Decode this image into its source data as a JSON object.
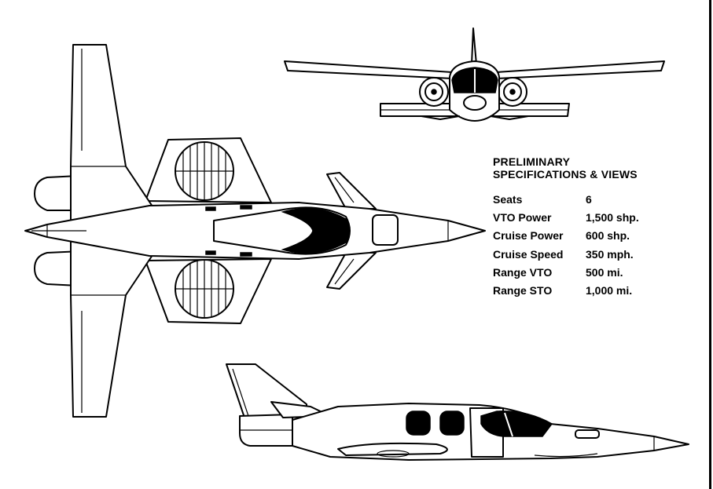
{
  "specs": {
    "title_line1": "PRELIMINARY",
    "title_line2": "SPECIFICATIONS & VIEWS",
    "rows": [
      {
        "label": "Seats",
        "value": "6"
      },
      {
        "label": "VTO Power",
        "value": "1,500 shp."
      },
      {
        "label": "Cruise Power",
        "value": "600 shp."
      },
      {
        "label": "Cruise Speed",
        "value": "350 mph."
      },
      {
        "label": "Range VTO",
        "value": "500 mi."
      },
      {
        "label": "Range STO",
        "value": "1,000 mi."
      }
    ]
  },
  "views": [
    "front-view",
    "top-view",
    "side-view"
  ],
  "colors": {
    "ink": "#000000",
    "paper": "#ffffff"
  }
}
